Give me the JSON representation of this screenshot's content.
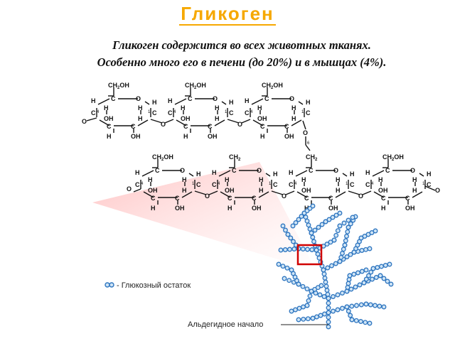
{
  "title": "Гликоген",
  "subtitle": {
    "line1": "Гликоген содержится во всех животных тканях.",
    "line2": "Особенно много его в печени (до 20%) и в мышцах (4%)."
  },
  "chemistry": {
    "ch2oh": "CH",
    "ch2oh_sub": "2",
    "ch2oh_tail": "OH",
    "ch2_tail": "",
    "atom_c": "C",
    "atom_o": "O",
    "atom_h": "H",
    "group_oh": "OH",
    "pos_1": "1",
    "pos_4": "4",
    "pos_6": "6"
  },
  "legend": {
    "residue_label": "- Глюкозный остаток",
    "aldehyde_label": "Альдегидное начало"
  },
  "colors": {
    "title": "#f6a800",
    "bead_fill": "#cfe4f5",
    "bead_stroke": "#2f76c0",
    "highlight_box": "#d00000",
    "beam": "#ff9a9a"
  }
}
